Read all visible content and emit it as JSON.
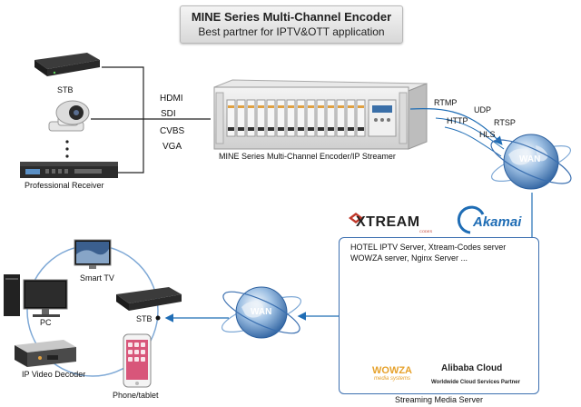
{
  "title": {
    "line1": "MINE Series Multi-Channel Encoder",
    "line2": "Best partner for IPTV&OTT application"
  },
  "sources": {
    "stb": "STB",
    "receiver": "Professional Receiver"
  },
  "inputs": [
    "HDMI",
    "SDI",
    "CVBS",
    "VGA"
  ],
  "encoder_label": "MINE Series Multi-Channel Encoder/IP Streamer",
  "protocols": {
    "rtmp": "RTMP",
    "udp": "UDP",
    "http": "HTTP",
    "rtsp": "RTSP",
    "hls": "HLS"
  },
  "wan_label": "WAN",
  "server": {
    "line1": "HOTEL IPTV Server, Xtream-Codes server",
    "line2": "WOWZA server, Nginx Server ...",
    "label": "Streaming Media Server"
  },
  "logos": {
    "xtream": "XTREAM",
    "xtream_sub": "CODES",
    "akamai": "Akamai",
    "wowza": "WOWZA",
    "wowza_sub": "media systems",
    "alibaba": "Alibaba Cloud",
    "cloud_partner": "Worldwide Cloud Services Partner"
  },
  "clients": {
    "smart_tv": "Smart TV",
    "pc": "PC",
    "stb": "STB",
    "decoder": "IP Video Decoder",
    "phone": "Phone/tablet"
  },
  "colors": {
    "link": "#1f6db5",
    "server_border": "#3c6fb0",
    "xtream_red": "#c0392b",
    "wowza_orange": "#e6a12b"
  }
}
